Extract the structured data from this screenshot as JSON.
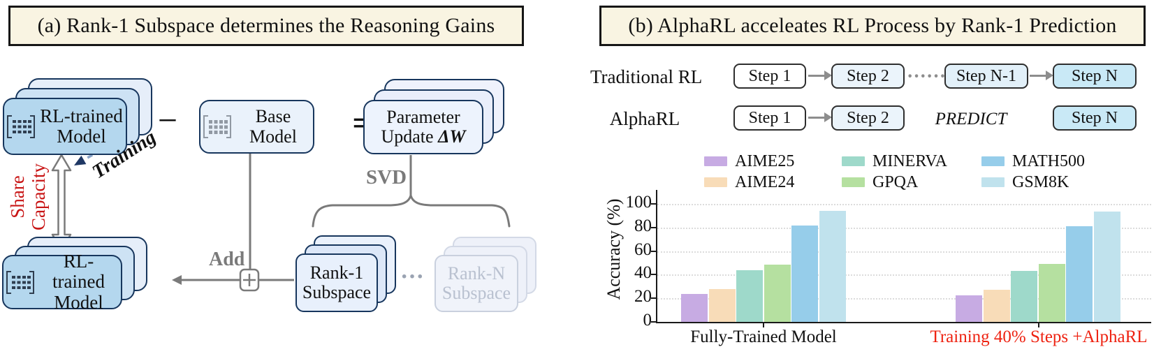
{
  "panel_a": {
    "title": "(a) Rank-1 Subspace determines the Reasoning Gains",
    "rl_trained_label": "RL-trained Model",
    "minus": "−",
    "base_label": "Base Model",
    "equals": "=",
    "param_line1": "Parameter",
    "param_line2": "Update",
    "delta_w": "ΔW",
    "svd": "SVD",
    "add": "Add",
    "training": "Training",
    "share_capacity": "Share Capacity",
    "rank1_label": "Rank-1 Subspace",
    "ellipsis": "···",
    "rankn_label": "Rank-N Subspace"
  },
  "panel_b": {
    "title": "(b) AlphaRL acceleates RL Process by Rank-1 Prediction",
    "traditional_label": "Traditional RL",
    "alpharl_label": "AlphaRL",
    "row1_steps": [
      "Step 1",
      "Step 2",
      "Step N-1",
      "Step N"
    ],
    "row1_dots": "······",
    "row2_steps": [
      "Step 1",
      "Step 2",
      "Step N"
    ],
    "predict": "PREDICT"
  },
  "chart_data": {
    "type": "bar",
    "title": "",
    "ylabel": "Accuracy (%)",
    "categories": [
      "Fully-Trained Model",
      "Training 40% Steps +AlphaRL"
    ],
    "category_label_colors": [
      "#111111",
      "#ee2211"
    ],
    "series": [
      {
        "name": "AIME25",
        "color": "#c7abe3",
        "values": [
          24.5,
          23.3
        ]
      },
      {
        "name": "AIME24",
        "color": "#f8dcb8",
        "values": [
          28.7,
          28.0
        ]
      },
      {
        "name": "MINERVA",
        "color": "#9ed9ca",
        "values": [
          44.5,
          43.7
        ]
      },
      {
        "name": "GPQA",
        "color": "#b5e0a0",
        "values": [
          49.0,
          49.5
        ]
      },
      {
        "name": "MATH500",
        "color": "#96cdea",
        "values": [
          82.3,
          81.6
        ]
      },
      {
        "name": "GSM8K",
        "color": "#c0e2ed",
        "values": [
          94.5,
          94.3
        ]
      }
    ],
    "yticks": [
      0,
      20,
      40,
      60,
      80,
      100
    ],
    "ylim": [
      0,
      112
    ],
    "grid": "horizontal-dotted",
    "legend_position": "above-plot"
  }
}
